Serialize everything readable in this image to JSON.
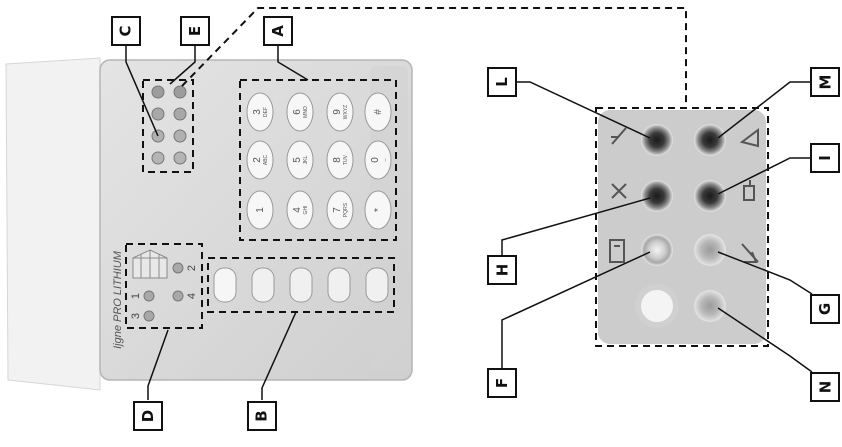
{
  "figure": {
    "callouts": {
      "a": "A",
      "b": "B",
      "c": "C",
      "d": "D",
      "e": "E",
      "f": "F",
      "g": "G",
      "h": "H",
      "i": "I",
      "l": "L",
      "m": "M",
      "n": "N"
    },
    "panel_label": "Ijgne PRO LITHIUM",
    "zone_digits": [
      "1",
      "2",
      "3",
      "4"
    ],
    "keypad_keys": [
      {
        "digit": "3",
        "letters": "DEF"
      },
      {
        "digit": "6",
        "letters": "MNO"
      },
      {
        "digit": "9",
        "letters": "WXYZ"
      },
      {
        "digit": "#",
        "letters": ""
      },
      {
        "digit": "2",
        "letters": "ABC"
      },
      {
        "digit": "5",
        "letters": "JKL"
      },
      {
        "digit": "8",
        "letters": "TUV"
      },
      {
        "digit": "0",
        "letters": "_"
      },
      {
        "digit": "1",
        "letters": ""
      },
      {
        "digit": "4",
        "letters": "GHI"
      },
      {
        "digit": "7",
        "letters": "PQRS"
      },
      {
        "digit": "*",
        "letters": ""
      }
    ],
    "colors": {
      "line": "#111111",
      "panel_face": "#dcdcdc",
      "indicator_panel": "#c9c9c9",
      "led_dark": "#2f2f2f",
      "led_light": "#d8d8d8"
    }
  }
}
